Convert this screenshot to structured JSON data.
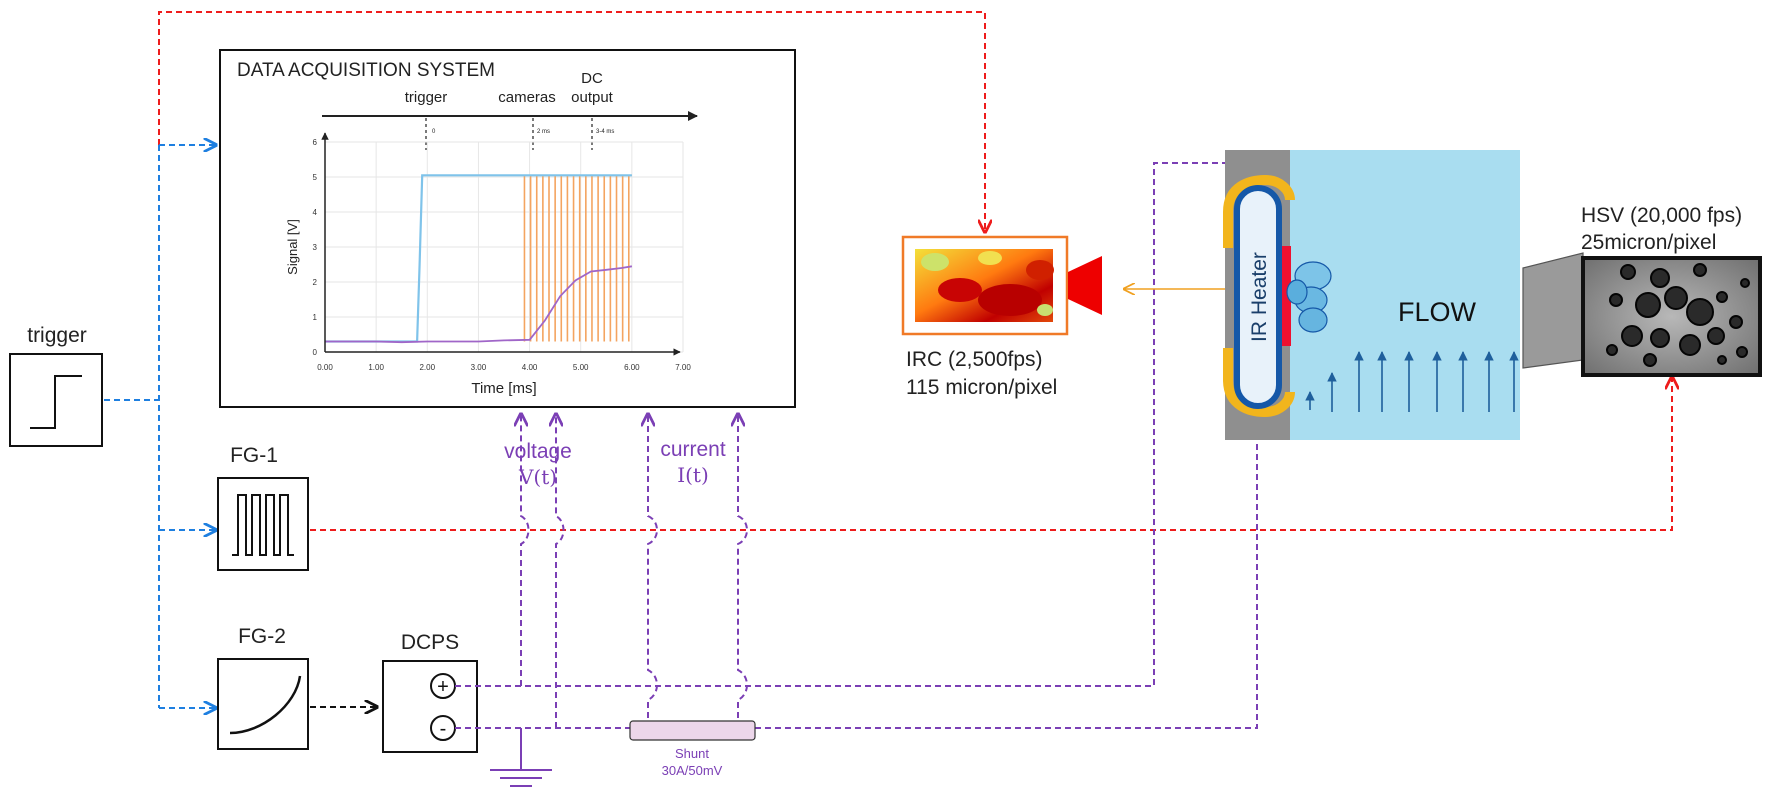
{
  "daq": {
    "title": "DATA ACQUISITION SYSTEM",
    "timeline": {
      "trigger": "trigger",
      "cameras": "cameras",
      "dc_line1": "DC",
      "dc_line2": "output",
      "t0": "0",
      "t1": "2 ms",
      "t2": "3-4 ms"
    },
    "plot": {
      "xlabel": "Time [ms]",
      "ylabel": "Signal [V]",
      "xticks": [
        "0.00",
        "1.00",
        "2.00",
        "3.00",
        "4.00",
        "5.00",
        "6.00",
        "7.00"
      ],
      "yticks": [
        "0",
        "1",
        "2",
        "3",
        "4",
        "5",
        "6"
      ]
    }
  },
  "chart_data": {
    "type": "line",
    "xlabel": "Time [ms]",
    "ylabel": "Signal [V]",
    "xlim": [
      0,
      7
    ],
    "ylim": [
      0,
      6
    ],
    "series": [
      {
        "color": "#7fc3ea",
        "x": [
          0,
          1.8,
          1.85,
          1.9,
          6.0
        ],
        "y": [
          0.3,
          0.3,
          2.5,
          5.05,
          5.05
        ]
      },
      {
        "color": "#a066c8",
        "x": [
          0,
          0.5,
          1.0,
          1.5,
          2.0,
          2.5,
          3.0,
          3.5,
          4.0,
          4.3,
          4.6,
          4.9,
          5.2,
          5.5,
          5.8,
          6.0
        ],
        "y": [
          0.3,
          0.3,
          0.3,
          0.28,
          0.3,
          0.3,
          0.3,
          0.33,
          0.35,
          0.9,
          1.6,
          2.05,
          2.3,
          2.35,
          2.4,
          2.45
        ]
      },
      {
        "color": "#f4a460",
        "x": [
          3.9,
          6.0
        ],
        "y": [
          0.3,
          5.05
        ],
        "style": "square-wave"
      }
    ]
  },
  "labels": {
    "trigger": "trigger",
    "fg1": "FG-1",
    "fg2": "FG-2",
    "dcps": "DCPS",
    "plus": "+",
    "minus": "-",
    "voltage": "voltage",
    "vt": "V(t)",
    "current": "current",
    "it": "I(t)",
    "shunt": "Shunt",
    "shunt_rating": "30A/50mV",
    "irc_line1": "IRC (2,500fps)",
    "irc_line2": "115 micron/pixel",
    "heater": "IR Heater",
    "flow": "FLOW",
    "hsv_line1": "HSV (20,000 fps)",
    "hsv_line2": "25micron/pixel"
  },
  "colors": {
    "red_dash": "#ee1c1c",
    "blue_dash": "#1e7fe0",
    "purple_dash": "#7b3fb5",
    "flow_bg": "#a9ddf0",
    "heater_gray": "#8f8f8f",
    "heater_gold": "#f2b51c",
    "heater_blue": "#1558a8",
    "arrow_blue": "#1f5f9c",
    "irc_orange": "#f07a28"
  }
}
